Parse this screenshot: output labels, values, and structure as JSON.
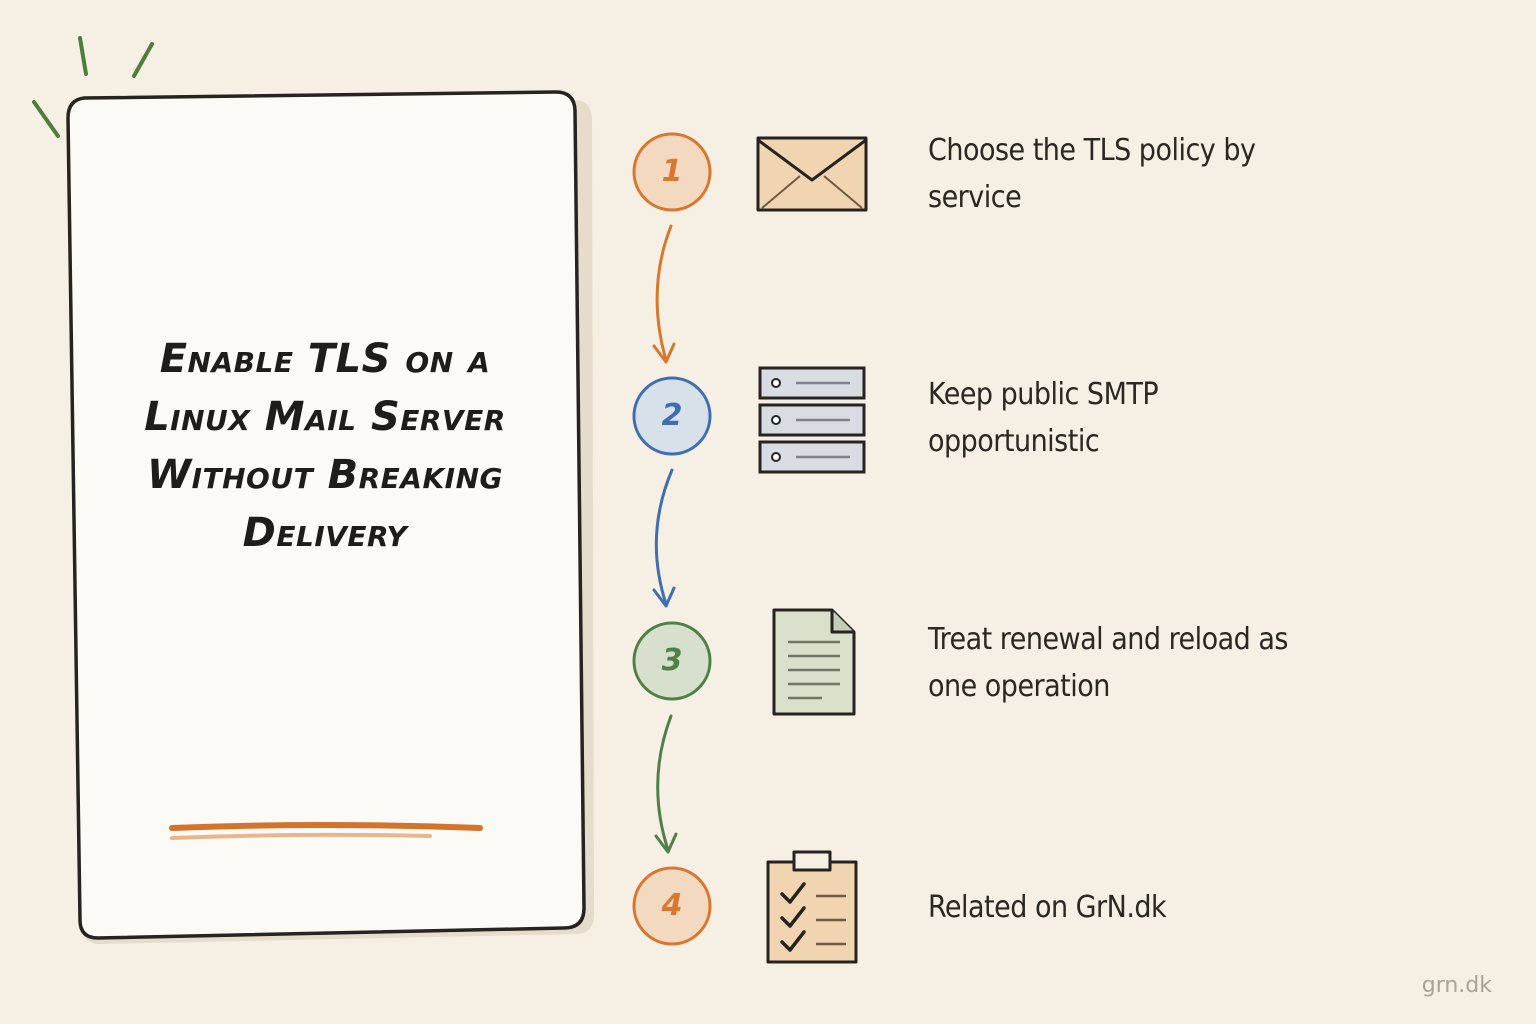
{
  "card": {
    "title": "Enable TLS on a Linux Mail Server Without Breaking Delivery"
  },
  "steps": [
    {
      "number": "1",
      "icon": "envelope-icon",
      "text": "Choose the TLS policy by service",
      "color": "#d9772f",
      "fill": "#f3d9c0"
    },
    {
      "number": "2",
      "icon": "server-rack-icon",
      "text": "Keep public SMTP opportunistic",
      "color": "#3f6fae",
      "fill": "#d8e0ea"
    },
    {
      "number": "3",
      "icon": "document-icon",
      "text": "Treat renewal and reload as one operation",
      "color": "#4f8048",
      "fill": "#d6e0cc"
    },
    {
      "number": "4",
      "icon": "checklist-clipboard-icon",
      "text": "Related on GrN.dk",
      "color": "#d9772f",
      "fill": "#f3d9c0"
    }
  ],
  "watermark": "grn.dk"
}
